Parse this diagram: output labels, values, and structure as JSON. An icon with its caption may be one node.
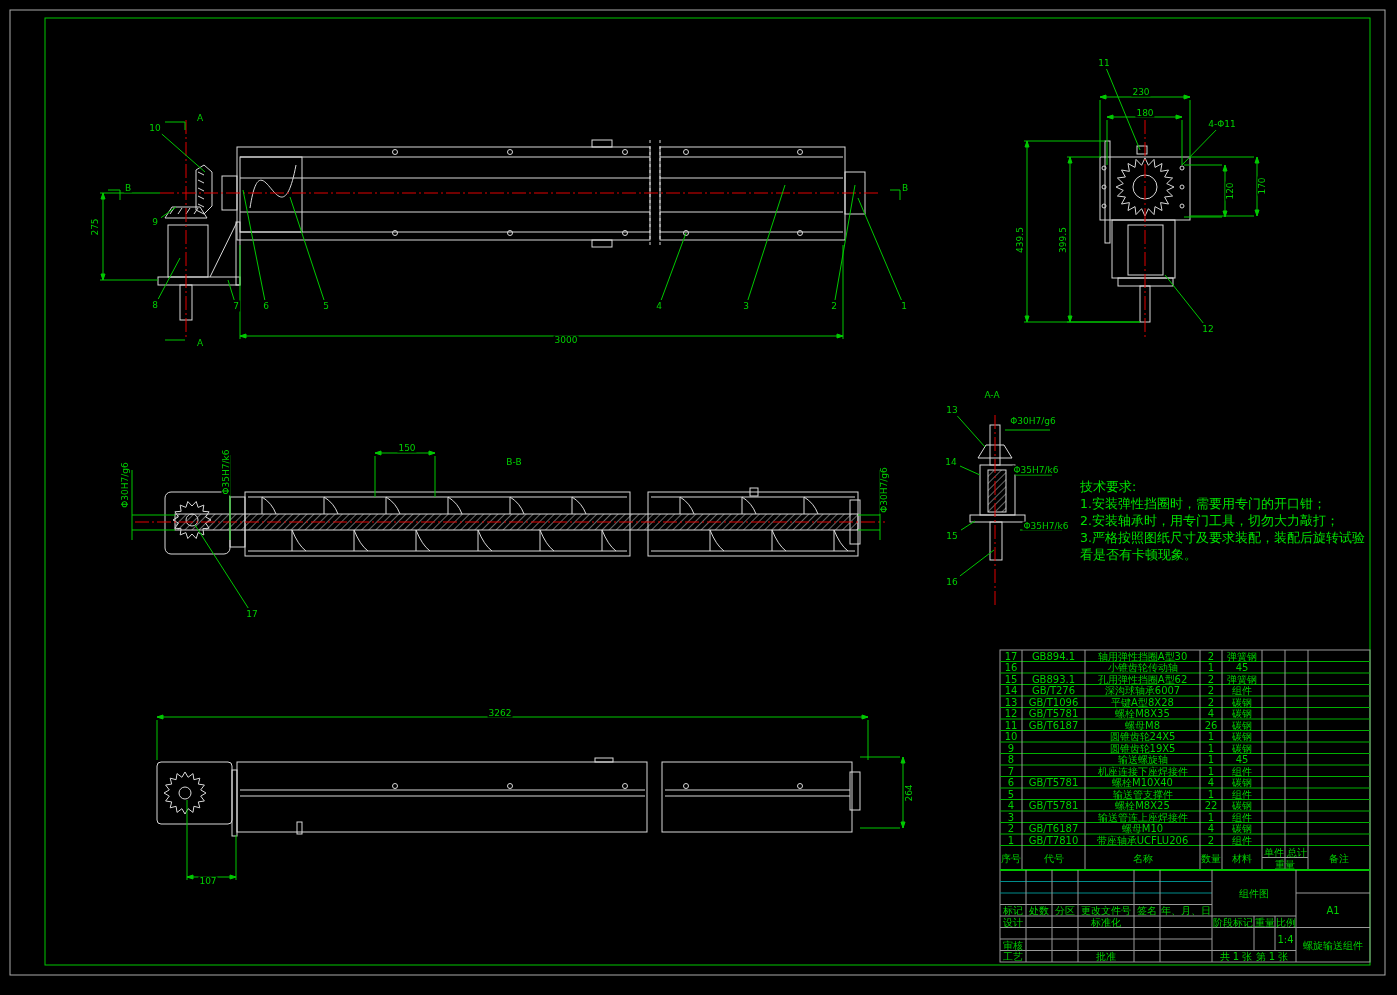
{
  "diagram": {
    "nodes": [
      {
        "text": [
          "10"
        ]
      },
      {
        "text": [
          "9"
        ]
      },
      {
        "text": [
          "8"
        ]
      },
      {
        "text": [
          "7"
        ]
      },
      {
        "text": [
          "6"
        ]
      },
      {
        "text": [
          "5"
        ]
      },
      {
        "text": [
          "4"
        ]
      },
      {
        "text": [
          "3"
        ]
      },
      {
        "text": [
          "2"
        ]
      },
      {
        "text": [
          "1"
        ]
      },
      {
        "text": [
          "11"
        ]
      },
      {
        "text": [
          "12"
        ]
      },
      {
        "text": [
          "13"
        ]
      },
      {
        "text": [
          "14"
        ]
      },
      {
        "text": [
          "15"
        ]
      },
      {
        "text": [
          "16"
        ]
      },
      {
        "text": [
          "17"
        ]
      },
      {
        "text": [
          "4-Φ11"
        ]
      }
    ],
    "edges": [
      {
        "from": 0,
        "to": null,
        "arrow": "none"
      },
      {
        "from": 1,
        "to": null,
        "arrow": "none"
      },
      {
        "from": 2,
        "to": null,
        "arrow": "none"
      },
      {
        "from": 3,
        "to": null,
        "arrow": "none"
      },
      {
        "from": 4,
        "to": null,
        "arrow": "none"
      },
      {
        "from": 5,
        "to": null,
        "arrow": "none"
      },
      {
        "from": 6,
        "to": null,
        "arrow": "none"
      },
      {
        "from": 7,
        "to": null,
        "arrow": "none"
      },
      {
        "from": 8,
        "to": null,
        "arrow": "none"
      },
      {
        "from": 9,
        "to": null,
        "arrow": "none"
      },
      {
        "from": 10,
        "to": null,
        "arrow": "none"
      },
      {
        "from": 11,
        "to": null,
        "arrow": "none"
      },
      {
        "from": 12,
        "to": null,
        "arrow": "none"
      },
      {
        "from": 13,
        "to": null,
        "arrow": "none"
      },
      {
        "from": 14,
        "to": null,
        "arrow": "none"
      },
      {
        "from": 15,
        "to": null,
        "arrow": "none"
      },
      {
        "from": 16,
        "to": null,
        "arrow": "none"
      },
      {
        "from": 17,
        "to": null,
        "arrow": "none"
      }
    ],
    "labels": [
      "A",
      "A",
      "B",
      "B",
      "275",
      "3000",
      "230",
      "180",
      "120",
      "170",
      "439.5",
      "399.5",
      "150",
      "B-B",
      "Φ30H7/g6",
      "Φ35H7/k6",
      "Φ30H7/g6",
      "A-A",
      "Φ30H7/g6",
      "Φ35H7/k6",
      "Φ35H7/k6",
      "3262",
      "264",
      "107",
      "技术要求:",
      "1.安装弹性挡圈时，需要用专门的开口钳；",
      "2.安装轴承时，用专门工具，切勿大力敲打；",
      "3.严格按照图纸尺寸及要求装配，装配后旋转试验看是否有卡顿现象。",
      "17",
      "GB894.1",
      "轴用弹性挡圈A型30",
      "2",
      "弹簧钢",
      "16",
      "小锥齿轮传动轴",
      "1",
      "45",
      "15",
      "GB893.1",
      "孔用弹性挡圈A型62",
      "2",
      "弹簧钢",
      "14",
      "GB/T276",
      "深沟球轴承6007",
      "2",
      "组件",
      "13",
      "GB/T1096",
      "平键A型8X28",
      "2",
      "碳钢",
      "12",
      "GB/T5781",
      "螺栓M8X35",
      "4",
      "碳钢",
      "11",
      "GB/T6187",
      "螺母M8",
      "26",
      "碳钢",
      "10",
      "圆锥齿轮24X5",
      "1",
      "碳钢",
      "9",
      "圆锥齿轮19X5",
      "1",
      "碳钢",
      "8",
      "输送螺旋轴",
      "1",
      "45",
      "7",
      "机座连接下座焊接件",
      "1",
      "组件",
      "6",
      "GB/T5781",
      "螺栓M10X40",
      "4",
      "碳钢",
      "5",
      "输送管支撑件",
      "1",
      "组件",
      "4",
      "GB/T5781",
      "螺栓M8X25",
      "22",
      "碳钢",
      "3",
      "输送管连上座焊接件",
      "1",
      "组件",
      "2",
      "GB/T6187",
      "螺母M10",
      "4",
      "碳钢",
      "1",
      "GB/T7810",
      "带座轴承UCFLU206",
      "2",
      "组件",
      "序号",
      "代号",
      "名称",
      "数量",
      "材料",
      "单件",
      "总计",
      "重量",
      "备注",
      "组件图",
      "标记",
      "处数",
      "分区",
      "更改文件号",
      "签名",
      "年、月、日",
      "A1",
      "设计",
      "标准化",
      "阶段标记",
      "重量",
      "比例",
      "1:4",
      "审核",
      "螺旋输送组件",
      "工艺",
      "批准",
      "共 1 张 第 1 张"
    ]
  }
}
